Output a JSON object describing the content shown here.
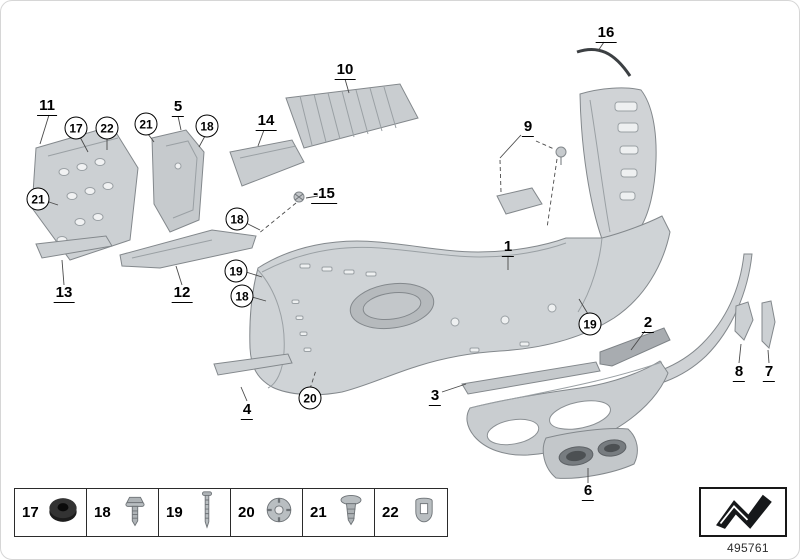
{
  "diagram": {
    "number": "495761"
  },
  "callouts": [
    {
      "label": "11"
    },
    {
      "label": "17"
    },
    {
      "label": "22"
    },
    {
      "label": "21"
    },
    {
      "label": "5"
    },
    {
      "label": "18"
    },
    {
      "label": "14"
    },
    {
      "label": "10"
    },
    {
      "label": "16"
    },
    {
      "label": "9"
    },
    {
      "label": "21"
    },
    {
      "label": "-15"
    },
    {
      "label": "18"
    },
    {
      "label": "1"
    },
    {
      "label": "19"
    },
    {
      "label": "18"
    },
    {
      "label": "13"
    },
    {
      "label": "12"
    },
    {
      "label": "2"
    },
    {
      "label": "19"
    },
    {
      "label": "8"
    },
    {
      "label": "7"
    },
    {
      "label": "4"
    },
    {
      "label": "20"
    },
    {
      "label": "3"
    },
    {
      "label": "6"
    }
  ],
  "legend": {
    "items": [
      {
        "label": "17",
        "icon": "grommet-icon"
      },
      {
        "label": "18",
        "icon": "screw-icon"
      },
      {
        "label": "19",
        "icon": "long-screw-icon"
      },
      {
        "label": "20",
        "icon": "plastic-nut-icon"
      },
      {
        "label": "21",
        "icon": "expansion-rivet-icon"
      },
      {
        "label": "22",
        "icon": "clamp-icon"
      }
    ]
  }
}
